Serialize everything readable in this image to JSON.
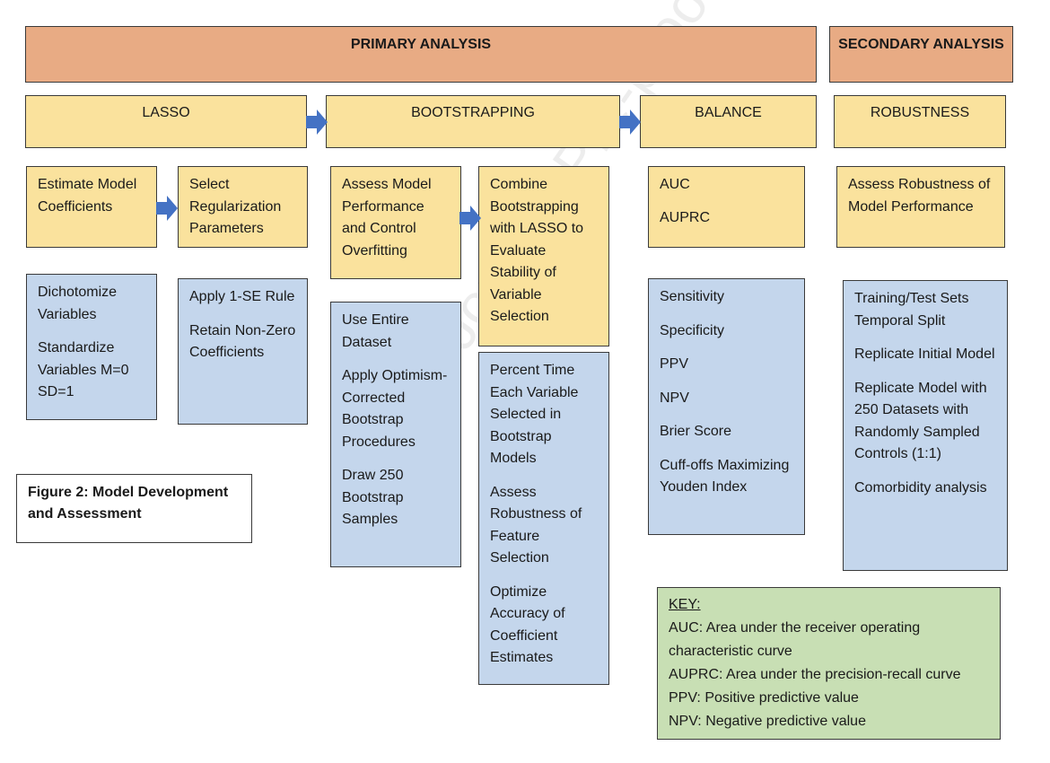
{
  "headers": {
    "primary": "PRIMARY ANALYSIS",
    "secondary": "SECONDARY ANALYSIS"
  },
  "stages": {
    "lasso": "LASSO",
    "bootstrapping": "BOOTSTRAPPING",
    "balance": "BALANCE",
    "robustness": "ROBUSTNESS"
  },
  "steps": {
    "estimate": "Estimate Model Coefficients",
    "select": "Select Regularization Parameters",
    "assess": "Assess Model Performance and Control Overfitting",
    "combine": "Combine Bootstrapping with LASSO to Evaluate Stability of Variable Selection",
    "auc": "AUC",
    "auprc": "AUPRC",
    "assess_robustness": "Assess Robustness of Model Performance"
  },
  "details": {
    "estimate": [
      "Dichotomize Variables",
      "Standardize Variables M=0  SD=1"
    ],
    "select": [
      "Apply 1-SE Rule",
      "Retain Non-Zero Coefficients"
    ],
    "assess": [
      "Use Entire Dataset",
      "Apply Optimism-Corrected Bootstrap Procedures",
      "Draw 250 Bootstrap Samples"
    ],
    "combine": [
      "Percent Time Each Variable Selected in Bootstrap Models",
      "Assess Robustness of Feature Selection",
      "Optimize Accuracy of Coefficient Estimates"
    ],
    "balance": [
      "Sensitivity",
      "Specificity",
      "PPV",
      "NPV",
      "Brier Score",
      "Cuff-offs Maximizing Youden Index"
    ],
    "robustness": [
      "Training/Test Sets Temporal Split",
      "Replicate Initial Model",
      "Replicate Model with 250 Datasets with Randomly Sampled Controls (1:1)",
      "Comorbidity analysis"
    ]
  },
  "caption": "Figure 2: Model Development and Assessment",
  "key": {
    "title": "KEY:",
    "entries": [
      "AUC: Area under the receiver operating",
      "characteristic curve",
      "AUPRC: Area under the precision-recall curve",
      "PPV: Positive predictive value",
      "NPV: Negative predictive value"
    ]
  },
  "watermark": "Journal Pre-proof",
  "colors": {
    "header": "#e8ab84",
    "stage": "#fae29d",
    "detail": "#c4d6ec",
    "key": "#c8dfb4",
    "arrow": "#4472c4"
  }
}
